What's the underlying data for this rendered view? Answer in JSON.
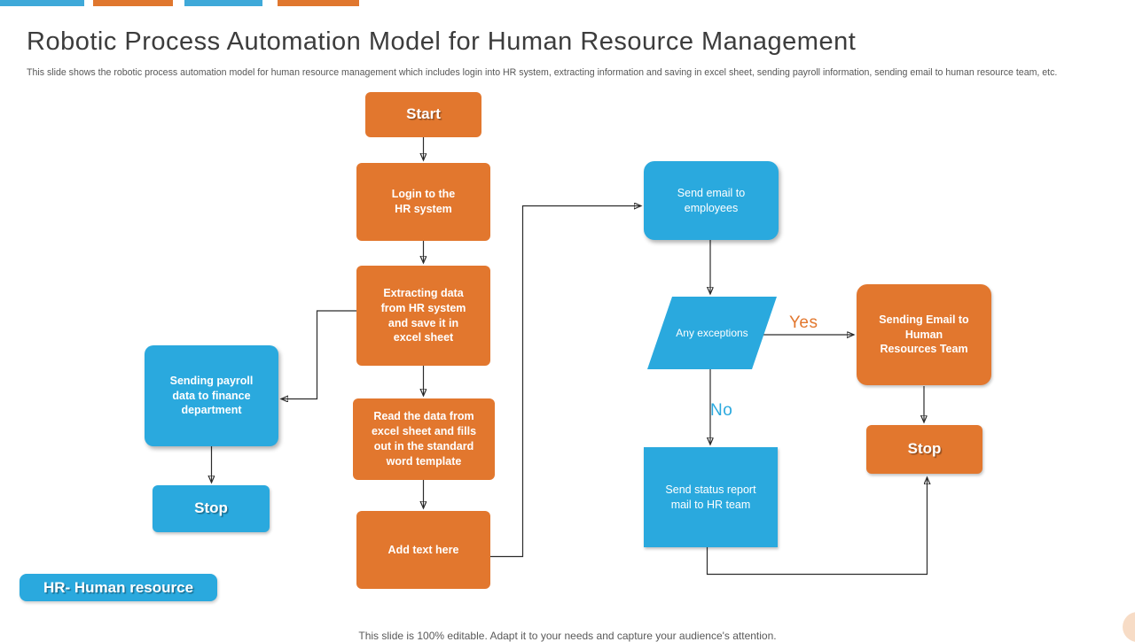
{
  "slide": {
    "title": "Robotic Process Automation Model for Human Resource Management",
    "subtitle": "This slide shows the robotic process automation model for human resource management which includes login into HR system, extracting information and saving in excel sheet, sending payroll information, sending email to human resource team, etc.",
    "footer": "This slide is 100% editable. Adapt it to your needs and capture your audience's attention.",
    "legend": "HR- Human resource"
  },
  "colors": {
    "orange": "#e2772e",
    "blue": "#2aa9de",
    "bar_blue": "#3fa9d9",
    "bar_orange": "#e0772e",
    "connector": "#2b2b2b",
    "title_text": "#3c3c3c",
    "body_text": "#575757",
    "corner_circle": "#f7dcc6"
  },
  "flow": {
    "nodes": {
      "start": "Start",
      "login": "Login to the\nHR system",
      "extract": "Extracting data\nfrom HR system\nand save it in\nexcel sheet",
      "read": "Read the data from\nexcel sheet and fills\nout in the standard\nword template",
      "addtext": "Add text here",
      "payroll": "Sending payroll\ndata to finance\ndepartment",
      "stop_left": "Stop",
      "send_email": "Send email to\nemployees",
      "exceptions": "Any exceptions",
      "send_hr": "Sending Email to\nHuman\nResources Team",
      "stop_right": "Stop",
      "status": "Send status report\nmail to HR team"
    },
    "labels": {
      "yes": "Yes",
      "no": "No"
    }
  }
}
